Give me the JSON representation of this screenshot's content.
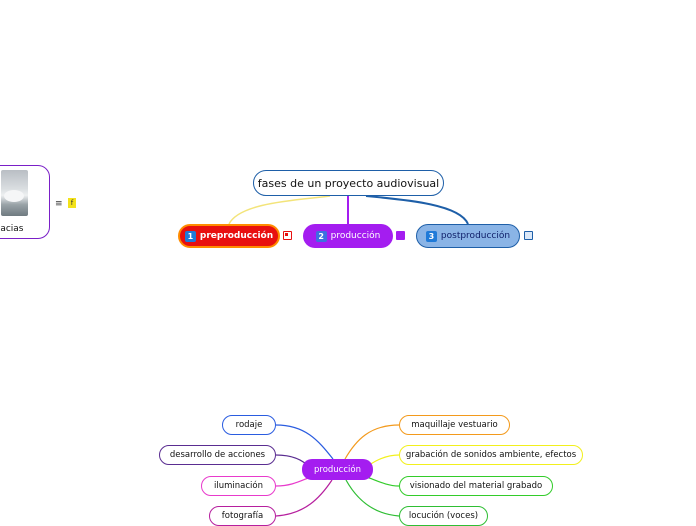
{
  "root": {
    "label": "fases de un proyecto audiovisual"
  },
  "branches": [
    {
      "num": "1",
      "label": "preproducción"
    },
    {
      "num": "2",
      "label": "producción"
    },
    {
      "num": "3",
      "label": "postproducción"
    }
  ],
  "side_card": {
    "label": "n macias",
    "menu_icon": "≡",
    "badge": "f"
  },
  "produccion": {
    "center": "producción",
    "left": [
      "rodaje",
      "desarrollo de acciones",
      "iluminación",
      "fotografía"
    ],
    "right": [
      "maquillaje vestuario",
      "grabación de sonidos ambiente, efectos",
      "visionado  del material grabado",
      "locución (voces)"
    ]
  },
  "colors": {
    "left": [
      "#2a5ce0",
      "#5a2d91",
      "#e83acc",
      "#b61f9e"
    ],
    "right": [
      "#f39a1c",
      "#f2f01d",
      "#33cc2a",
      "#2fbe34"
    ]
  }
}
